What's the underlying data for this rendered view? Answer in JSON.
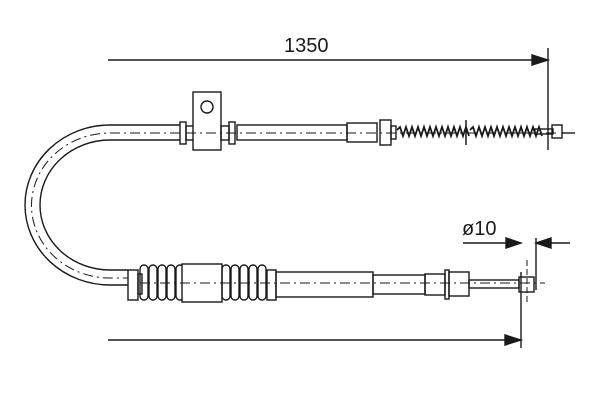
{
  "drawing": {
    "type": "technical drawing",
    "subject": "parking brake cable",
    "dimensions": {
      "length_label": "1350",
      "diameter_label": "ø10"
    },
    "colors": {
      "line": "#1a1a1a",
      "background": "#ffffff"
    }
  }
}
